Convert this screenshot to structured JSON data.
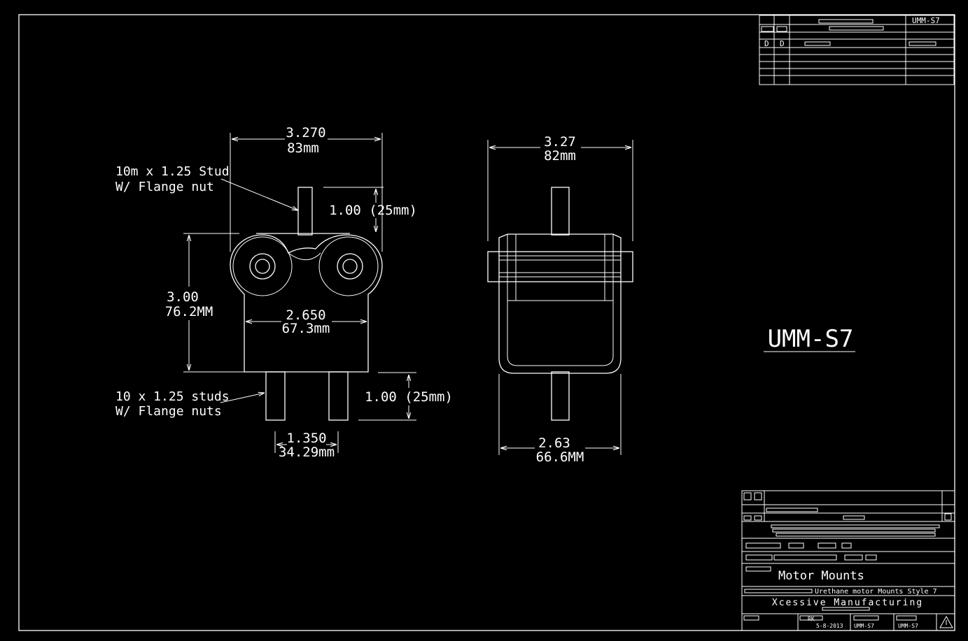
{
  "drawing": {
    "part_label": "UMM-S7",
    "front_view": {
      "overall_width_in": "3.270",
      "overall_width_mm": "83mm",
      "height_in": "3.00",
      "height_mm": "76.2MM",
      "body_width_in": "2.650",
      "body_width_mm": "67.3mm",
      "top_stud_length": "1.00 (25mm)",
      "bottom_stud_length": "1.00 (25mm)",
      "stud_spacing_in": "1.350",
      "stud_spacing_mm": "34.29mm",
      "top_stud_note_line1": "10m x 1.25 Stud",
      "top_stud_note_line2": "W/ Flange nut",
      "bottom_stud_note_line1": "10 x 1.25 studs",
      "bottom_stud_note_line2": "W/ Flange nuts"
    },
    "side_view": {
      "overall_width_in": "3.27",
      "overall_width_mm": "82mm",
      "base_width_in": "2.63",
      "base_width_mm": "66.6MM"
    }
  },
  "title_block_top": {
    "drawing_number": "UMM-S7",
    "row_mark_a": "D",
    "row_mark_b": "D"
  },
  "title_block": {
    "title": "Motor Mounts",
    "description": "Urethane motor Mounts Style 7",
    "company": "Xcessive Manufacturing",
    "drawn_by": "RK",
    "date": "5-8-2013",
    "dwg_no": "UMM-S7",
    "sheet_no": "UMM-S7"
  },
  "colors": {
    "background": "#000000",
    "lines": "#ffffff"
  }
}
